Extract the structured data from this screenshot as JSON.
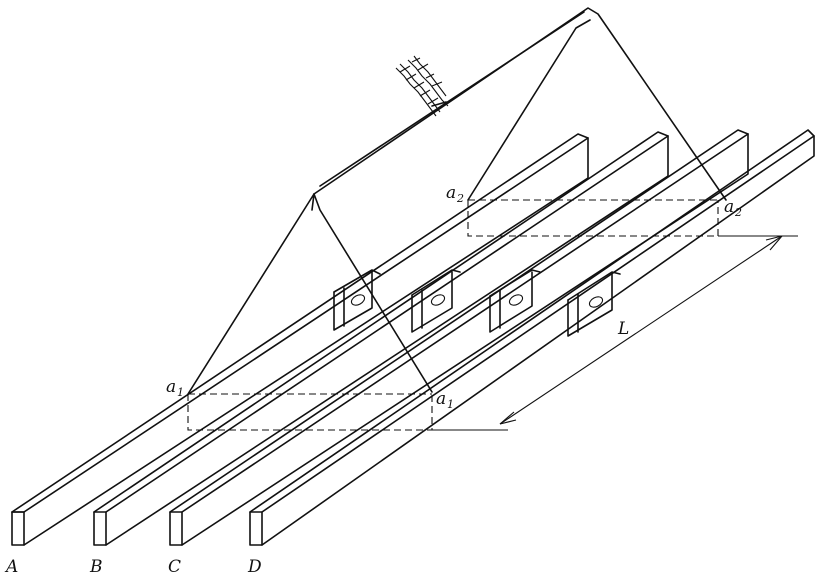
{
  "labels": {
    "busbar_a": "A",
    "busbar_b": "B",
    "busbar_c": "C",
    "busbar_d": "D",
    "length": "L"
  },
  "points": {
    "a1_left": "a",
    "a1_left_sub": "1",
    "a1_right": "a",
    "a1_right_sub": "1",
    "a2_left": "a",
    "a2_left_sub": "2",
    "a2_right": "a",
    "a2_right_sub": "2"
  }
}
